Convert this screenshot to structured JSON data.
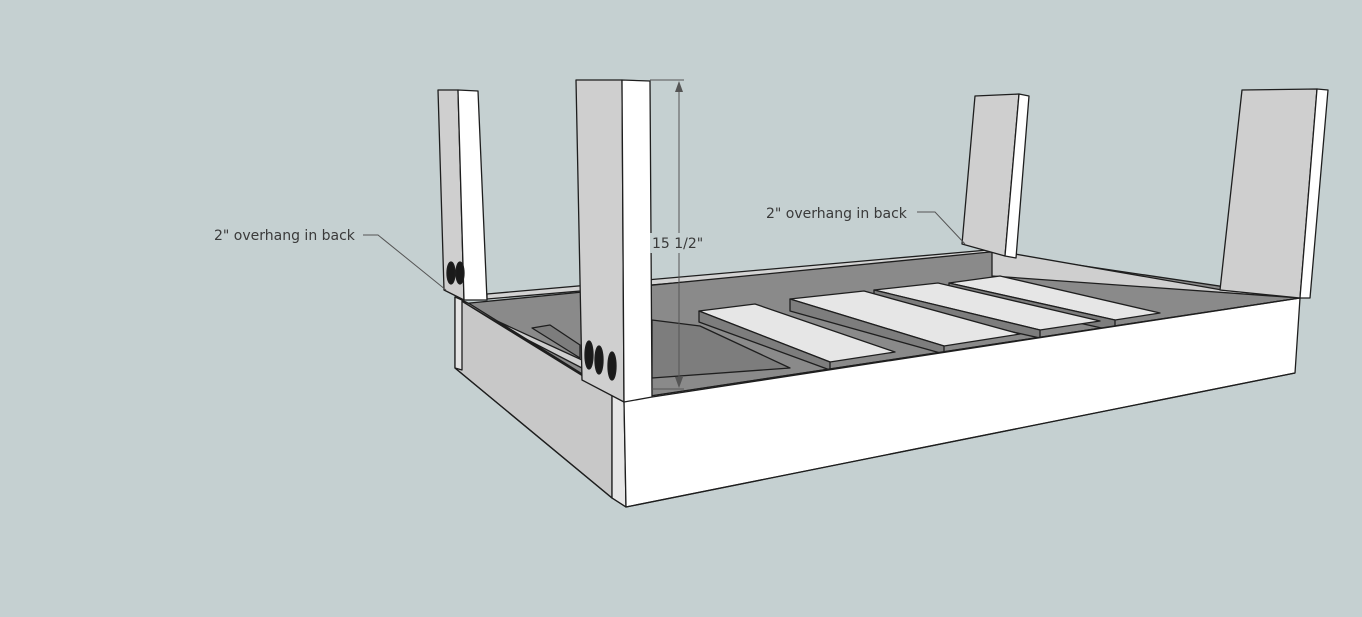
{
  "colors": {
    "background": "#c5d0d1",
    "edge": "#1e1e1e",
    "light_face": "#ffffff",
    "mid_face": "#cbcbcb",
    "dark_face": "#7d7d7d",
    "annotation": "#555555"
  },
  "annotations": {
    "left_overhang": "2\" overhang in back",
    "right_overhang": "2\" overhang in back",
    "leg_height": "15 1/2\""
  }
}
